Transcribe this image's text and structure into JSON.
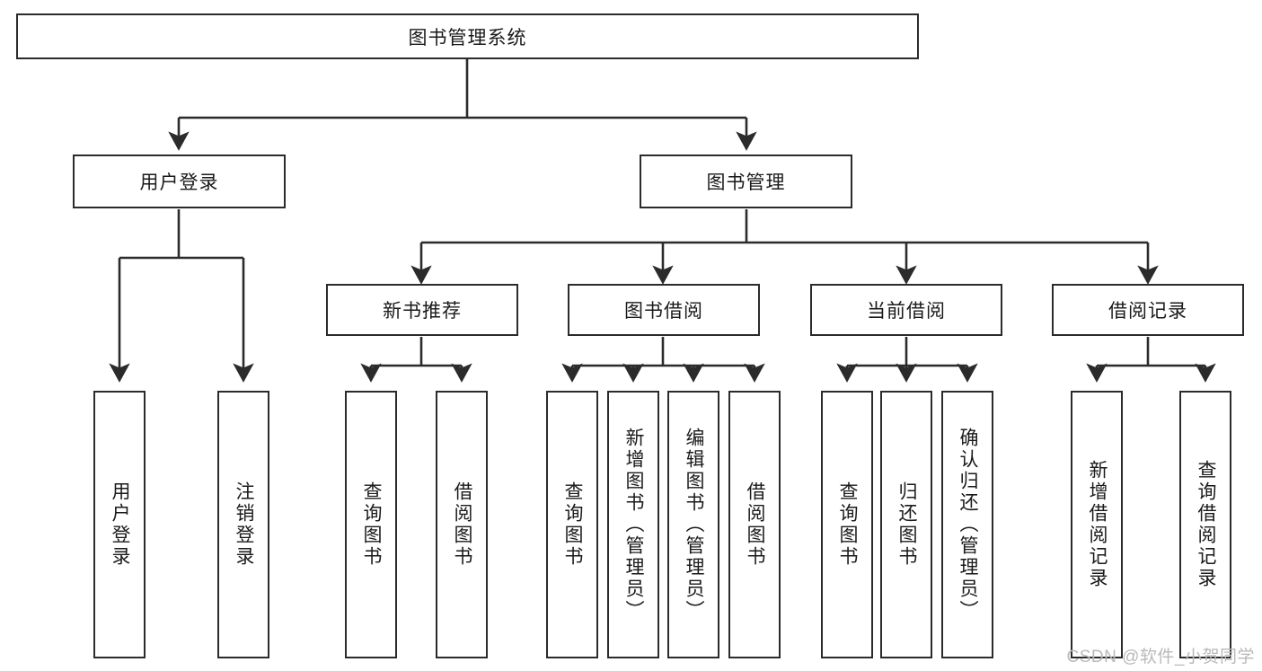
{
  "diagram": {
    "title": "图书管理系统",
    "type": "tree-hierarchy",
    "watermark": "CSDN @软件_小贺同学",
    "colors": {
      "stroke": "#2b2b2b",
      "fill": "#ffffff",
      "text": "#1a1a1a",
      "watermark": "#b9b9b9"
    },
    "nodes": {
      "root": {
        "label": "图书管理系统"
      },
      "level2": [
        {
          "id": "user-login",
          "label": "用户登录"
        },
        {
          "id": "book-manage",
          "label": "图书管理"
        }
      ],
      "level3": [
        {
          "id": "new-book-rec",
          "label": "新书推荐"
        },
        {
          "id": "book-borrow",
          "label": "图书借阅"
        },
        {
          "id": "current-borrow",
          "label": "当前借阅"
        },
        {
          "id": "borrow-record",
          "label": "借阅记录"
        }
      ],
      "leaves": {
        "user-login": [
          {
            "id": "leaf-user-login",
            "label": "用户登录"
          },
          {
            "id": "leaf-logout",
            "label": "注销登录"
          }
        ],
        "new-book-rec": [
          {
            "id": "leaf-query-book-1",
            "label": "查询图书"
          },
          {
            "id": "leaf-borrow-book-1",
            "label": "借阅图书"
          }
        ],
        "book-borrow": [
          {
            "id": "leaf-query-book-2",
            "label": "查询图书"
          },
          {
            "id": "leaf-add-book",
            "label": "新增图书（管理员）"
          },
          {
            "id": "leaf-edit-book",
            "label": "编辑图书（管理员）"
          },
          {
            "id": "leaf-borrow-book-2",
            "label": "借阅图书"
          }
        ],
        "current-borrow": [
          {
            "id": "leaf-query-book-3",
            "label": "查询图书"
          },
          {
            "id": "leaf-return-book",
            "label": "归还图书"
          },
          {
            "id": "leaf-confirm-return",
            "label": "确认归还（管理员）"
          }
        ],
        "borrow-record": [
          {
            "id": "leaf-add-record",
            "label": "新增借阅记录"
          },
          {
            "id": "leaf-query-record",
            "label": "查询借阅记录"
          }
        ]
      }
    }
  }
}
